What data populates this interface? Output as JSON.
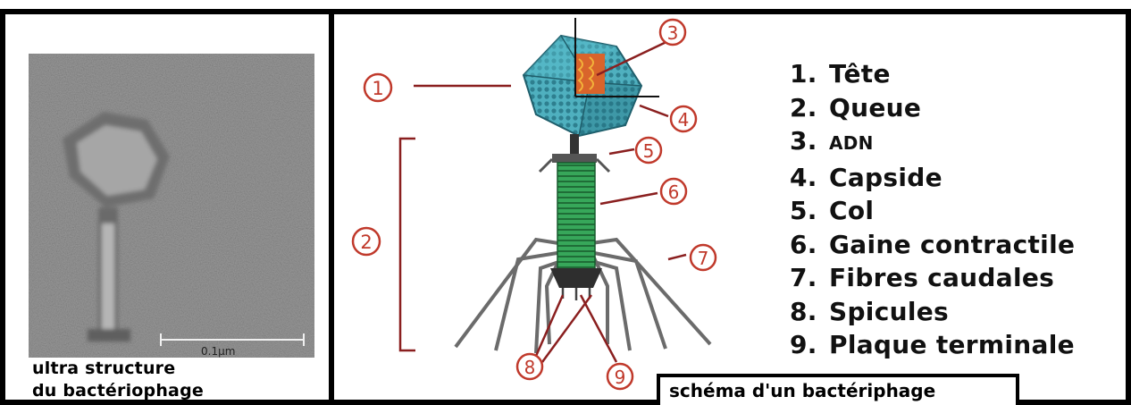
{
  "left_panel": {
    "scale_label": "0.1µm",
    "caption_line1": "ultra structure",
    "caption_line2": "du bactériophage"
  },
  "diagram": {
    "callouts": [
      "1",
      "2",
      "3",
      "4",
      "5",
      "6",
      "7",
      "8",
      "9"
    ]
  },
  "legend": [
    {
      "num": "1.",
      "label": "Tête"
    },
    {
      "num": "2.",
      "label": "Queue"
    },
    {
      "num": "3.",
      "label": "ADN"
    },
    {
      "num": "4.",
      "label": "Capside"
    },
    {
      "num": "5.",
      "label": "Col"
    },
    {
      "num": "6.",
      "label": "Gaine contractile"
    },
    {
      "num": "7.",
      "label": "Fibres caudales"
    },
    {
      "num": "8.",
      "label": "Spicules"
    },
    {
      "num": "9.",
      "label": "Plaque terminale"
    }
  ],
  "schema_caption": "schéma d'un bactériphage",
  "colors": {
    "capsid": "#4fb0bf",
    "dna": "#d9642b",
    "sheath": "#2e9a4f",
    "callout": "#c0392b",
    "fiber": "#6b6b6b"
  }
}
